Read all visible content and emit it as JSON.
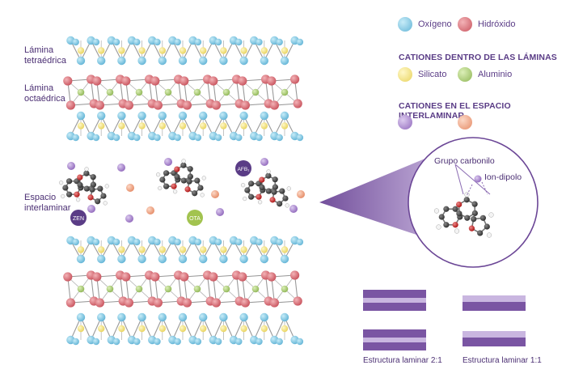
{
  "labels": {
    "tetrahedral": [
      "Lámina",
      "tetraédrica"
    ],
    "octahedral": [
      "Lámina",
      "octaédrica"
    ],
    "interlayer": [
      "Espacio",
      "interlaminar"
    ]
  },
  "legend": {
    "oxygen": "Oxígeno",
    "hydroxide": "Hidróxido",
    "cations_within": "CATIONES DENTRO DE LAS LÁMINAS",
    "silicate": "Silicato",
    "aluminum": "Aluminio",
    "cations_interlayer": "CATIONES EN EL ESPACIO INTERLAMINAR"
  },
  "molecules": {
    "zen": "ZEN",
    "ota": "OTA",
    "afb": "AFB₁"
  },
  "zoom": {
    "carbonyl": "Grupo carbonilo",
    "ion_dipole": "Ion-dipolo"
  },
  "structures": {
    "two_one": "Estructura laminar 2:1",
    "one_one": "Estructura laminar 1:1"
  },
  "colors": {
    "oxygen": "#7cc4e0",
    "hydroxide": "#d86a72",
    "silicate": "#f2e27a",
    "aluminum": "#a9c96a",
    "cation_purple": "#a785c8",
    "cation_orange": "#f0a07e",
    "accent": "#5a3c86"
  }
}
